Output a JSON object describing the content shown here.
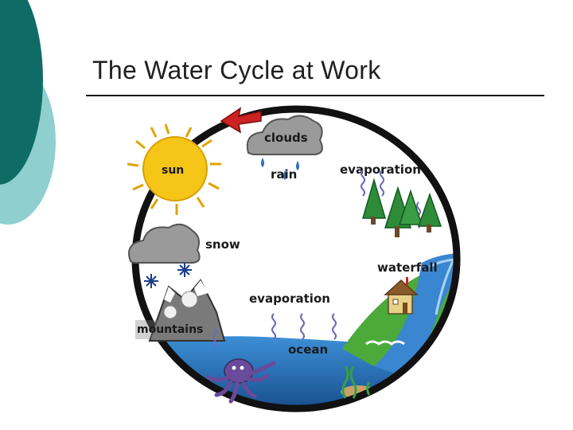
{
  "slide": {
    "title": "The Water Cycle at Work"
  },
  "diagram": {
    "labels": {
      "clouds": "clouds",
      "sun": "sun",
      "rain": "rain",
      "evaporation_top": "evaporation",
      "snow": "snow",
      "waterfall": "waterfall",
      "evaporation_middle": "evaporation",
      "mountains": "mountains",
      "ocean": "ocean"
    }
  },
  "colors": {
    "theme_teal_dark": "#0f6b66",
    "theme_teal_light": "#8fcfcf",
    "cycle_arrow": "#cc2222",
    "ocean_blue": "#1a63a8",
    "sun_yellow": "#f5c518"
  },
  "icons": [
    "sun-icon",
    "cloud-icon",
    "snowflake-icon",
    "tree-icon",
    "house-icon",
    "octopus-icon",
    "mountain-icon"
  ]
}
